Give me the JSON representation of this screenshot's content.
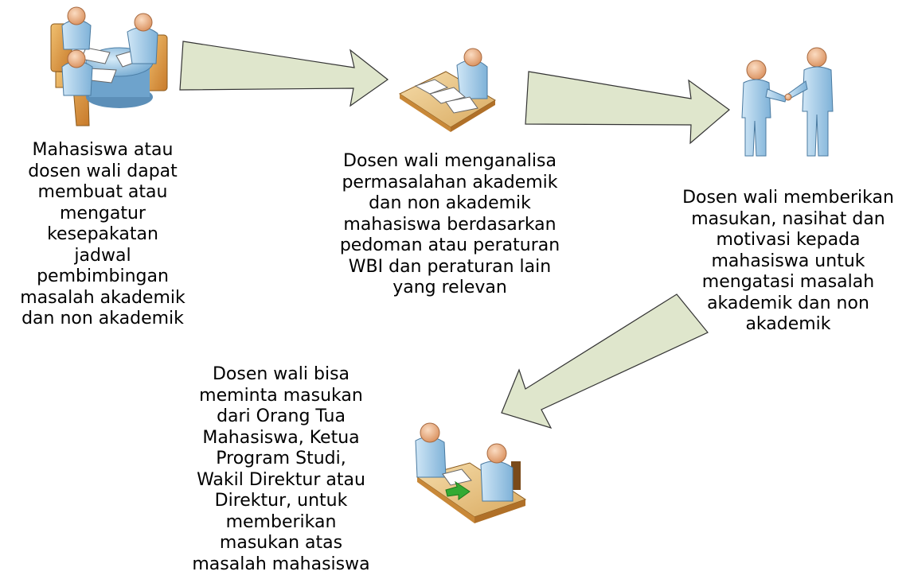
{
  "steps": [
    {
      "illustration": "meeting-table-icon",
      "text_lines": [
        "Mahasiswa atau",
        "dosen wali dapat",
        "membuat atau",
        "mengatur",
        "kesepakatan",
        "jadwal",
        "pembimbingan",
        "masalah akademik",
        "dan non akademik"
      ]
    },
    {
      "illustration": "person-at-desk-icon",
      "text_lines": [
        "Dosen wali menganalisa",
        "permasalahan akademik",
        "dan non akademik",
        "mahasiswa berdasarkan",
        "pedoman atau peraturan",
        "WBI dan peraturan lain",
        "yang relevan"
      ]
    },
    {
      "illustration": "handshake-icon",
      "text_lines": [
        "Dosen wali memberikan",
        "masukan, nasihat dan",
        "motivasi kepada",
        "mahasiswa untuk",
        "mengatasi masalah",
        "akademik dan non",
        "akademik"
      ]
    },
    {
      "illustration": "consultation-desk-icon",
      "text_lines": [
        "Dosen wali bisa",
        "meminta masukan",
        "dari Orang Tua",
        "Mahasiswa, Ketua",
        "Program Studi,",
        "Wakil Direktur atau",
        "Direktur, untuk",
        "memberikan",
        "masukan  atas",
        "masalah mahasiswa"
      ]
    }
  ],
  "colors": {
    "arrow_fill": "#dfe6cc",
    "arrow_stroke": "#333333",
    "person_body": "#a9cfe9",
    "person_head": "#f0b68a",
    "table_wood": "#e2a050",
    "table_top": "#e9c88b",
    "round_table": "#9cc7e6",
    "paper": "#ffffff",
    "green_arrow": "#33aa33"
  }
}
